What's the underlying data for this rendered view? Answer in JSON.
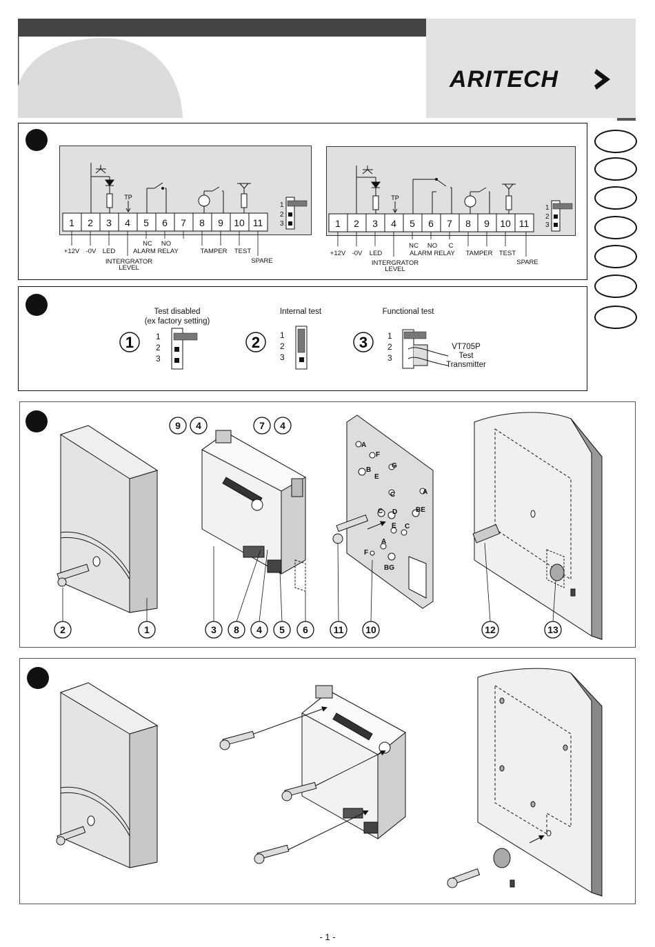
{
  "header": {
    "brand": "ARITECH"
  },
  "wiring": {
    "terminals_left": [
      "1",
      "2",
      "3",
      "4",
      "5",
      "6",
      "7",
      "8",
      "9",
      "10",
      "11"
    ],
    "terminals_right": [
      "1",
      "2",
      "3",
      "4",
      "5",
      "6",
      "7",
      "8",
      "9",
      "10",
      "11"
    ],
    "jumper_labels": [
      "1",
      "2",
      "3"
    ],
    "tp": "TP",
    "left_labels": {
      "plus12v": "+12V",
      "zero_v": "-0V",
      "led": "LED",
      "integrator": "INTERGRATOR",
      "level": "LEVEL",
      "nc": "NC",
      "no": "NO",
      "alarm_relay": "ALARM RELAY",
      "tamper": "TAMPER",
      "test": "TEST",
      "spare": "SPARE"
    },
    "right_labels": {
      "plus12v": "+12V",
      "zero_v": "-0V",
      "led": "LED",
      "integrator": "INTERGRATOR",
      "level": "LEVEL",
      "nc": "NC",
      "no": "NO",
      "c": "C",
      "alarm_relay": "ALARM RELAY",
      "tamper": "TAMPER",
      "test": "TEST",
      "spare": "SPARE"
    }
  },
  "test_modes": {
    "mode1": {
      "num": "1",
      "title": "Test disabled",
      "subtitle": "(ex factory setting)"
    },
    "mode2": {
      "num": "2",
      "title": "Internal test"
    },
    "mode3": {
      "num": "3",
      "title": "Functional test",
      "device": "VT705P",
      "device2": "Test",
      "device3": "Transmitter"
    },
    "pins": [
      "1",
      "2",
      "3"
    ]
  },
  "install": {
    "callouts_top": [
      "9",
      "4",
      "7",
      "4"
    ],
    "callouts_bottom": [
      "2",
      "1",
      "3",
      "8",
      "4",
      "5",
      "6",
      "11",
      "10",
      "12",
      "13"
    ],
    "plate_letters": [
      "A",
      "F",
      "B",
      "E",
      "G",
      "A",
      "C",
      "C",
      "D",
      "BE",
      "E",
      "C",
      "A",
      "F",
      "BG"
    ]
  },
  "footer": {
    "page": "- 1 -"
  }
}
